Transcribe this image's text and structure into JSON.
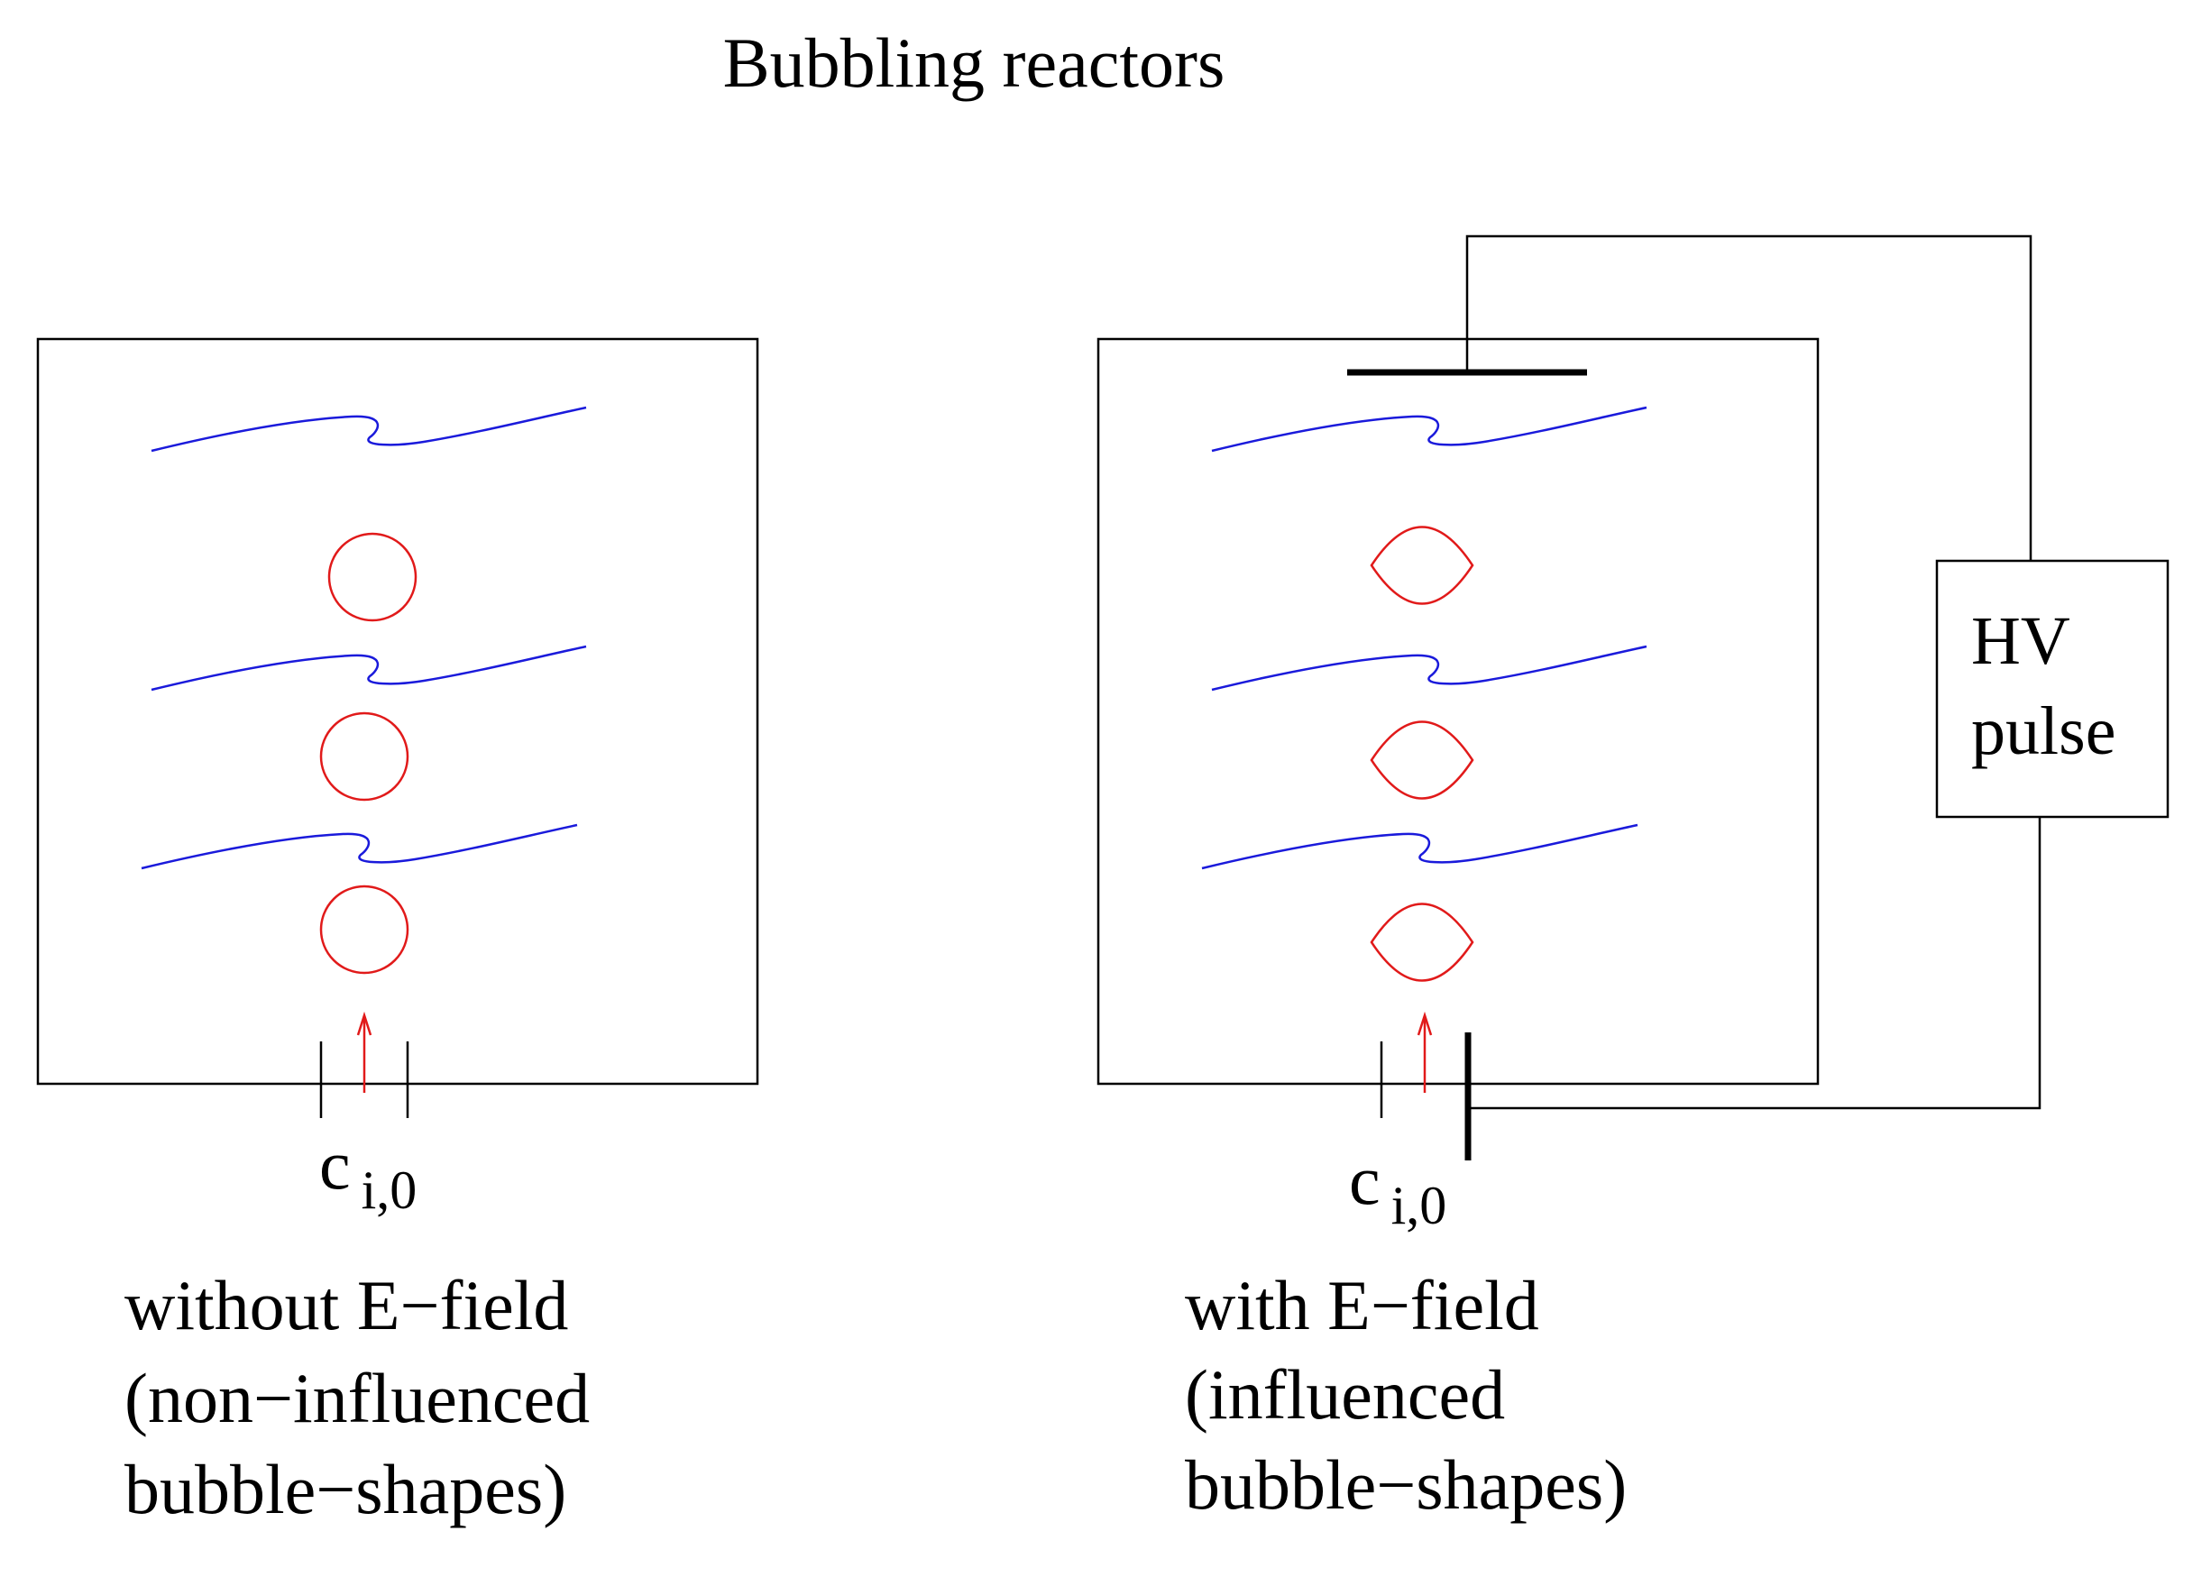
{
  "title": "Bubbling reactors",
  "colors": {
    "line": "#000000",
    "wave": "#1a1adb",
    "bubble": "#e11a1a",
    "background": "#ffffff"
  },
  "left_reactor": {
    "inlet_label": "c",
    "inlet_subscript": "i,0",
    "caption": [
      "without E−field",
      "(non−influenced",
      "bubble−shapes)"
    ]
  },
  "right_reactor": {
    "inlet_label": "c",
    "inlet_subscript": "i,0",
    "caption": [
      "with E−field",
      "(influenced",
      "bubble−shapes)"
    ]
  },
  "hv_box": {
    "lines": [
      "HV",
      "pulse"
    ]
  }
}
